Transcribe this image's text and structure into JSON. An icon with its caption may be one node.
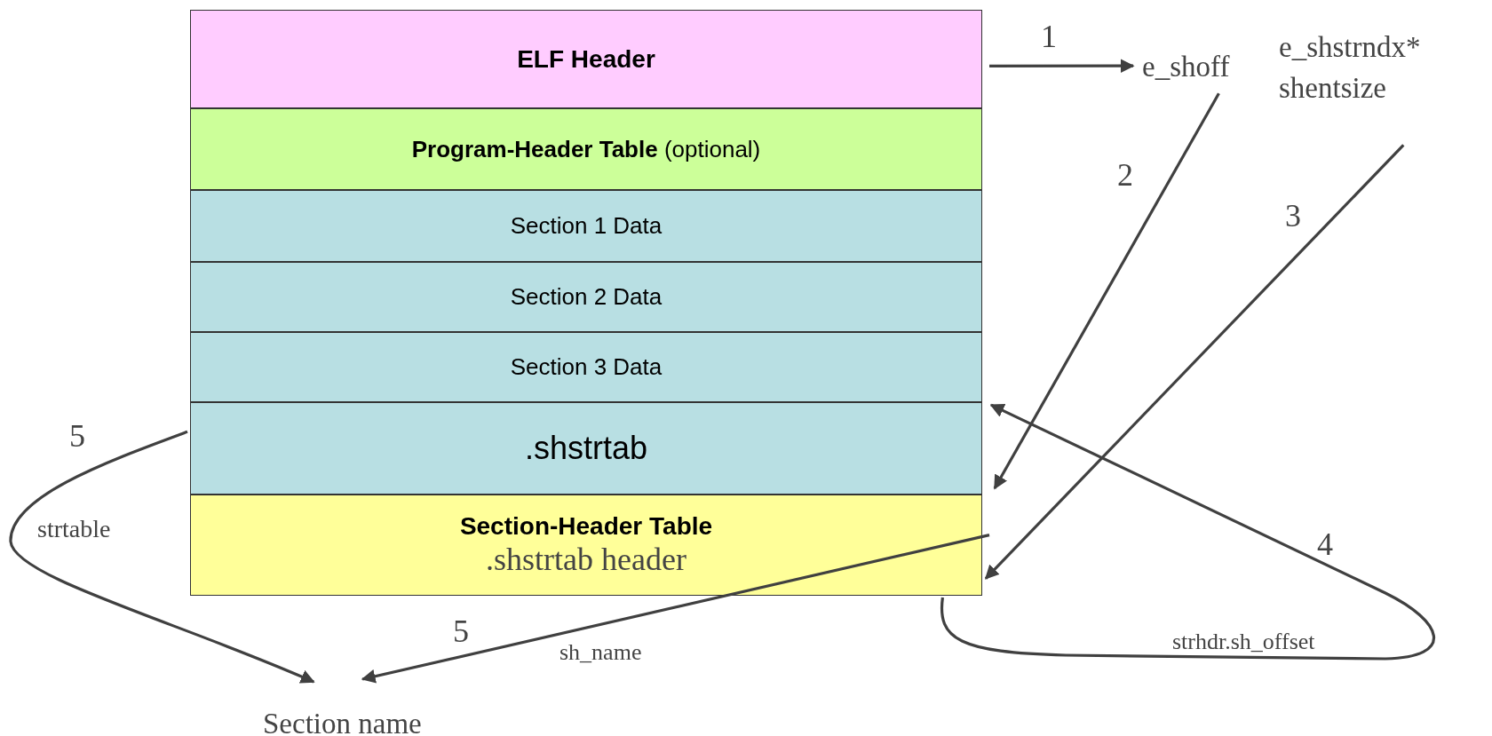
{
  "diagram": {
    "nodes": [
      {
        "text": [
          "ELF Header"
        ]
      },
      {
        "text": [
          "**Program-Header Table** (optional)"
        ]
      },
      {
        "text": [
          "Section 1 Data"
        ]
      },
      {
        "text": [
          "Section 2 Data"
        ]
      },
      {
        "text": [
          "Section 3 Data"
        ]
      },
      {
        "text": [
          ".shstrtab"
        ]
      },
      {
        "text": [
          "Section-Header Table",
          ".shstrtab header"
        ]
      },
      {
        "text": [
          "e_shoff"
        ]
      },
      {
        "text": [
          "e_shstrndx* shentsize"
        ]
      },
      {
        "text": [
          "Section name"
        ]
      }
    ],
    "edges": [
      {
        "from": 0,
        "to": 7,
        "arrow": "to",
        "label": "1"
      },
      {
        "from": 7,
        "to": 6,
        "arrow": "to",
        "label": "2"
      },
      {
        "from": 8,
        "to": 6,
        "arrow": "to",
        "label": "3"
      },
      {
        "from": 6,
        "to": 5,
        "arrow": "to",
        "label": "4"
      },
      {
        "from": 5,
        "to": 9,
        "arrow": "to",
        "label": "5"
      },
      {
        "from": 6,
        "to": 9,
        "arrow": "to",
        "label": "5"
      }
    ],
    "labels": [
      "strtable",
      "strhdr.sh_offset",
      "sh_name"
    ]
  }
}
